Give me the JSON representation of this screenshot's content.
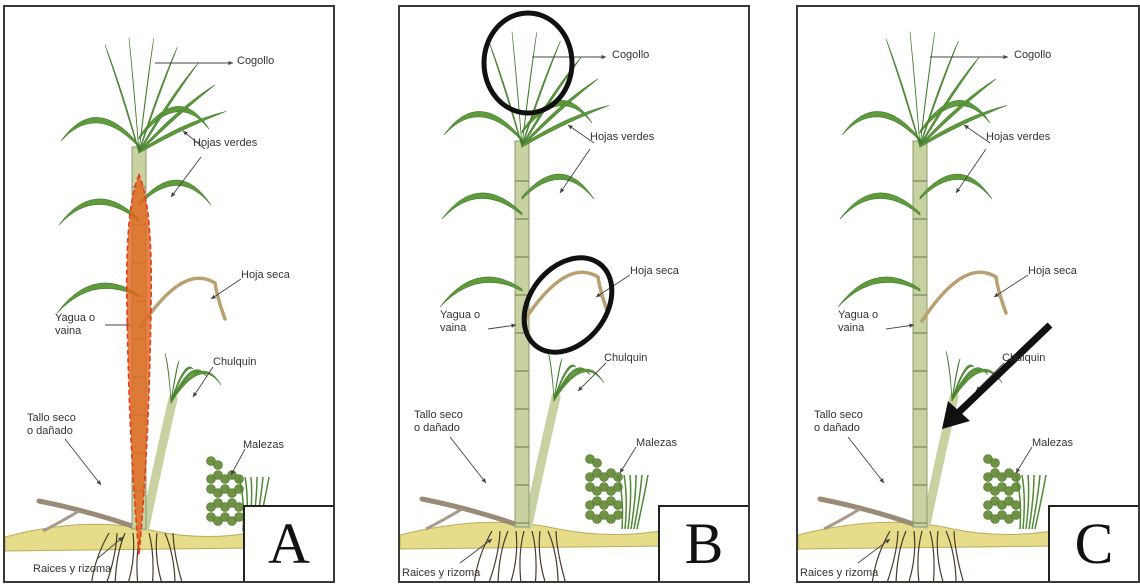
{
  "labels": {
    "cogollo": "Cogollo",
    "hojas_verdes": "Hojas verdes",
    "hoja_seca": "Hoja seca",
    "yagua": "Yagua o\nvaina",
    "chulquin": "Chulquin",
    "tallo_seco": "Tallo seco\no dañado",
    "malezas": "Malezas",
    "raices": "Raices y rizoma"
  },
  "panels": [
    {
      "letter": "A"
    },
    {
      "letter": "B"
    },
    {
      "letter": "C"
    }
  ],
  "colors": {
    "leaf_green": "#5f9a3c",
    "leaf_dark": "#3f7a2a",
    "stalk": "#c8d2a0",
    "dry_leaf": "#b8a070",
    "soil": "#e6dc8a",
    "highlight_orange": "#e0661e",
    "highlight_dash": "#e83a1a"
  }
}
